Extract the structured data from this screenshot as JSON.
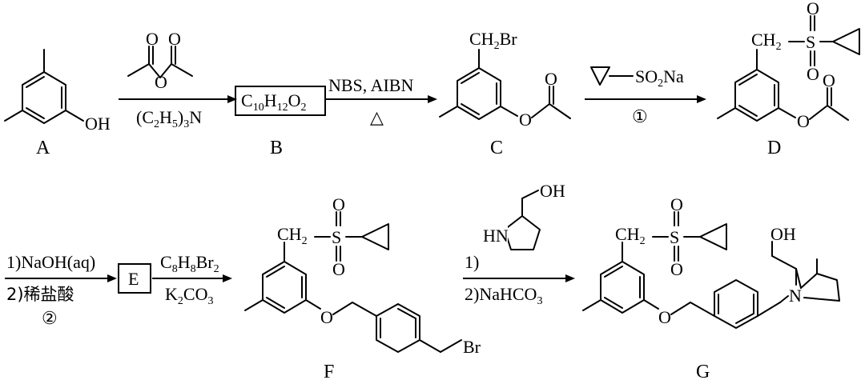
{
  "compound_labels": {
    "A": "A",
    "B": "B",
    "C": "C",
    "D": "D",
    "E": "E",
    "F": "F",
    "G": "G"
  },
  "atoms": {
    "OH": "OH",
    "O": "O",
    "S": "S",
    "N": "N",
    "HN": "HN",
    "Br": "Br",
    "CH": "CH",
    "two": "2"
  },
  "formulas": {
    "B": {
      "C": "C",
      "n1": "10",
      "H": "H",
      "n2": "12",
      "O": "O",
      "n3": "2"
    },
    "F_reagent": {
      "C": "C",
      "n1": "8",
      "H": "H",
      "n2": "8",
      "Br": "Br",
      "n3": "2"
    }
  },
  "conditions": {
    "step1_et3n": {
      "o1": "(C",
      "s1": "2",
      "m1": "H",
      "s2": "5",
      "o2": ")",
      "s3": "3",
      "o3": "N"
    },
    "step2_top": "NBS, AIBN",
    "step2_bottom": "△",
    "step3_reagent": {
      "pre": "SO",
      "sub": "2",
      "post": "Na"
    },
    "step3_bottom": "①",
    "step4_line1": "1)NaOH(aq)",
    "step4_line2": "2)稀盐酸",
    "step4_circle": "②",
    "step5_k2co3": {
      "K": "K",
      "s1": "2",
      "CO": "CO",
      "s2": "3"
    },
    "step6_line1": "1)",
    "step6_line2": {
      "pre": "2)NaHCO",
      "sub": "3"
    }
  }
}
